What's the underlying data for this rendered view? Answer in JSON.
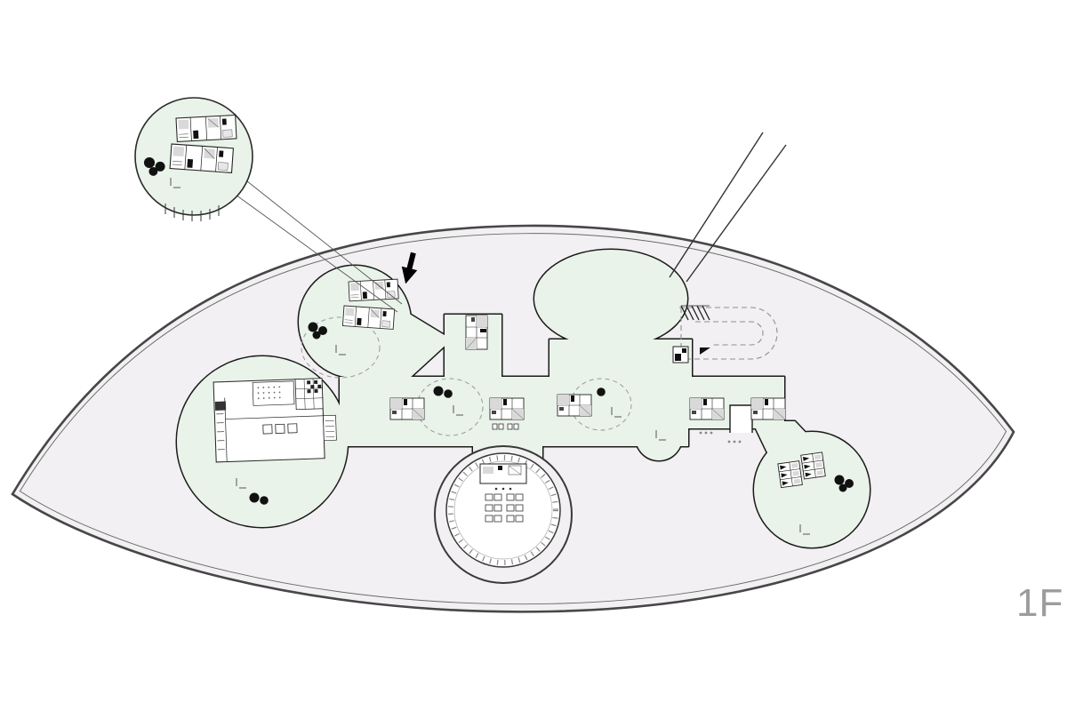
{
  "floor_label": "1F",
  "colors": {
    "background": "#ffffff",
    "site_fill": "#f2f0f2",
    "site_stroke": "#474747",
    "program_fill": "#e9f3e9",
    "program_stroke": "#1b1b1b",
    "dash": "#999999",
    "ink": "#222222",
    "label": "#9c9c9c"
  },
  "symbols": {
    "tree": "black-dot-cluster",
    "bench": "tick-mark",
    "entrance_arrow": "solid-black-down-arrow",
    "ramp": "striped-hatch",
    "auditorium_rim": "radial-tick-ring"
  }
}
